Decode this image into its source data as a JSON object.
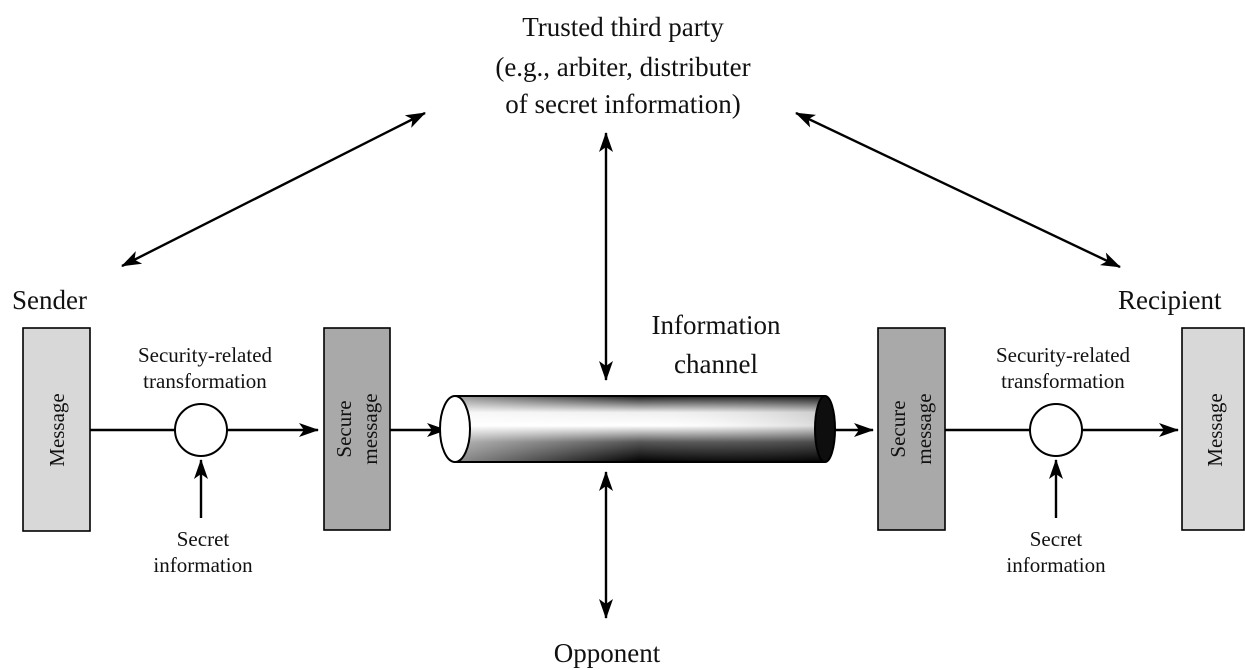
{
  "trusted_party": {
    "line1": "Trusted third party",
    "line2": "(e.g., arbiter, distributer",
    "line3": "of secret information)"
  },
  "sender": {
    "label": "Sender"
  },
  "recipient": {
    "label": "Recipient"
  },
  "channel": {
    "line1": "Information",
    "line2": "channel"
  },
  "opponent": {
    "label": "Opponent"
  },
  "left": {
    "message_box": "Message",
    "transform_line1": "Security-related",
    "transform_line2": "transformation",
    "secret_line1": "Secret",
    "secret_line2": "information",
    "secure_line1": "Secure",
    "secure_line2": "message"
  },
  "right": {
    "message_box": "Message",
    "transform_line1": "Security-related",
    "transform_line2": "transformation",
    "secret_line1": "Secret",
    "secret_line2": "information",
    "secure_line1": "Secure",
    "secure_line2": "message"
  },
  "colors": {
    "message_box_fill": "#d8d8d8",
    "secure_box_fill": "#a9a9a9",
    "line": "#000000"
  }
}
